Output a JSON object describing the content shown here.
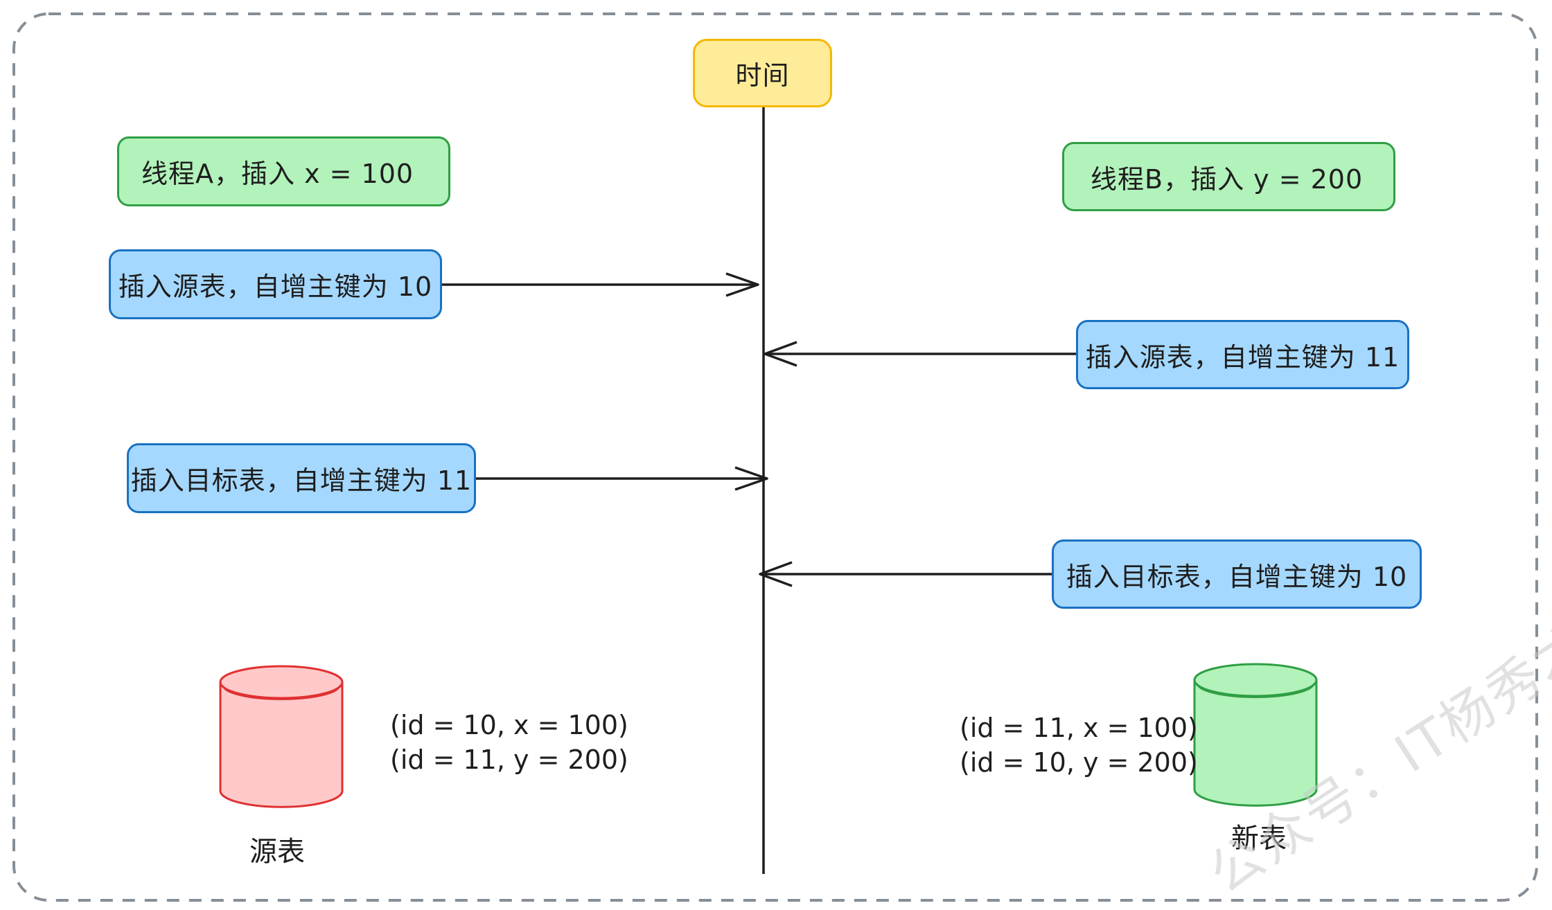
{
  "timeline": {
    "label": "时间"
  },
  "threads": {
    "a": {
      "label": "线程A，插入 x = 100"
    },
    "b": {
      "label": "线程B，插入 y = 200"
    }
  },
  "steps": {
    "a_source": "插入源表，自增主键为 10",
    "b_source": "插入源表，自增主键为 11",
    "a_target": "插入目标表，自增主键为 11",
    "b_target": "插入目标表，自增主键为 10"
  },
  "tables": {
    "source": {
      "caption": "源表",
      "rows": [
        "(id = 10, x = 100)",
        "(id = 11, y = 200)"
      ],
      "fill": "#ffc9c9",
      "stroke": "#e03131"
    },
    "new": {
      "caption": "新表",
      "rows": [
        "(id = 11, x = 100)",
        "(id = 10, y = 200)"
      ],
      "fill": "#b2f2bb",
      "stroke": "#2f9e44"
    }
  },
  "watermark": "公众号：IT杨秀才"
}
